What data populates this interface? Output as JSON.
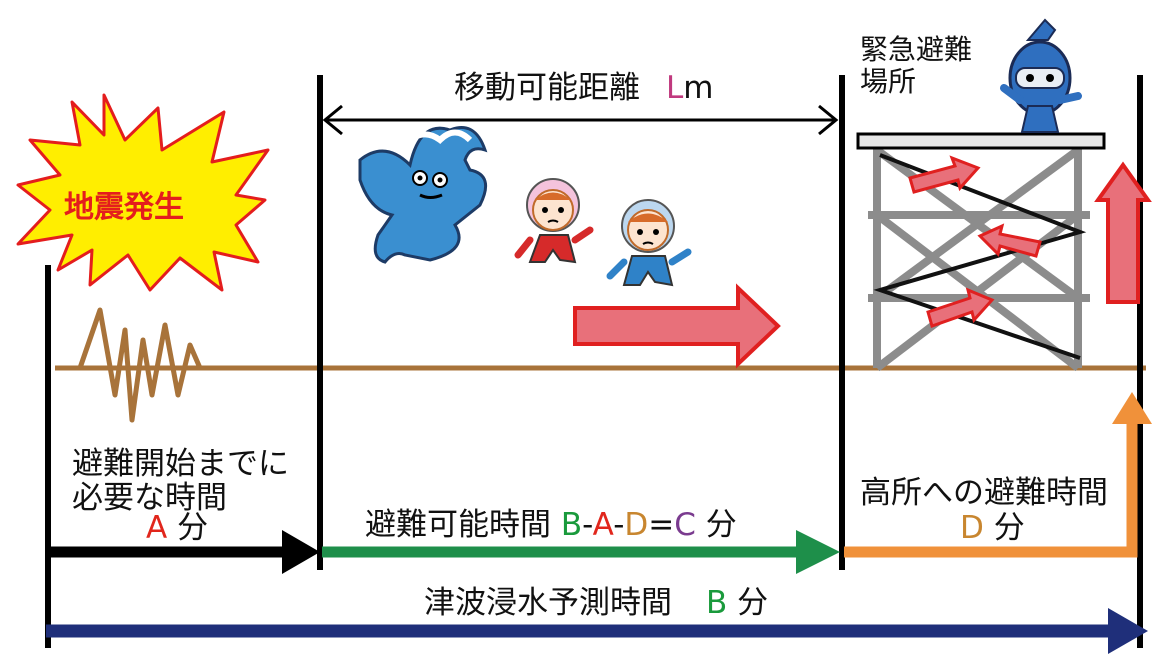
{
  "quake": {
    "label": "地震発生"
  },
  "distance": {
    "text": "移動可能距離",
    "var": "L",
    "unit": "m"
  },
  "shelter": {
    "line1": "緊急避難",
    "line2": "場所"
  },
  "prep": {
    "line1": "避難開始までに",
    "line2": "必要な時間",
    "var": "A",
    "unit": "分"
  },
  "available": {
    "text": "避難可能時間",
    "b": "B",
    "dash1": "-",
    "a": "A",
    "dash2": "-",
    "d": "D",
    "eq": "=",
    "c": "C",
    "unit": "分"
  },
  "climb": {
    "text": "高所への避難時間",
    "var": "D",
    "unit": "分"
  },
  "tsunami": {
    "text": "津波浸水予測時間",
    "var": "B",
    "unit": "分"
  },
  "colors": {
    "black_arrow": "#000000",
    "green_arrow": "#1e8f4a",
    "orange_arrow": "#f0913a",
    "blue_arrow": "#1f2f7a",
    "ground": "#a8733a",
    "red_arrow_fill": "#e8707a",
    "red_arrow_stroke": "#e02020",
    "starburst_fill": "#ffee00",
    "starburst_stroke": "#e41d1d",
    "tower": "#8c8c8c"
  },
  "icons": [
    "tsunami-monster-icon",
    "girl-character-icon",
    "boy-character-icon",
    "mascot-icon"
  ]
}
